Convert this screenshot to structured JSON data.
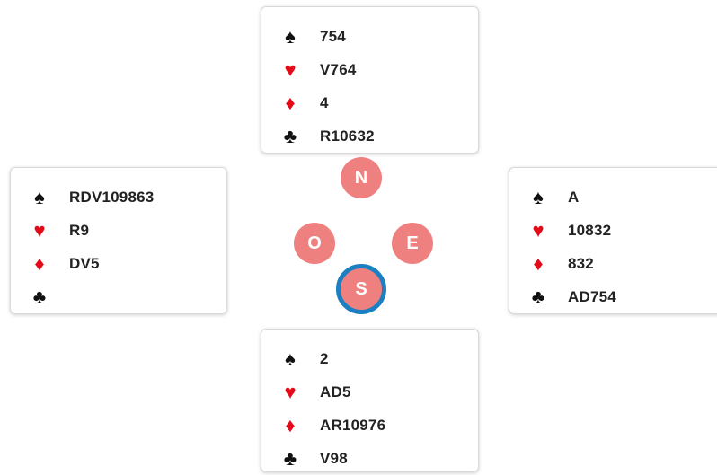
{
  "colors": {
    "seat_fill": "#ef8080",
    "active_seat_ring": "#1b7fc2",
    "red_suit": "#e30b17",
    "black_suit": "#111111"
  },
  "seats": {
    "north": "N",
    "west": "O",
    "east": "E",
    "south": "S",
    "active": "south"
  },
  "hands": {
    "north": {
      "spades": "754",
      "hearts": "V764",
      "diamonds": "4",
      "clubs": "R10632"
    },
    "west": {
      "spades": "RDV109863",
      "hearts": "R9",
      "diamonds": "DV5",
      "clubs": ""
    },
    "east": {
      "spades": "A",
      "hearts": "10832",
      "diamonds": "832",
      "clubs": "AD754"
    },
    "south": {
      "spades": "2",
      "hearts": "AD5",
      "diamonds": "AR10976",
      "clubs": "V98"
    }
  },
  "suit_icons": {
    "spades": "spade-icon",
    "hearts": "heart-icon",
    "diamonds": "diamond-icon",
    "clubs": "club-icon"
  }
}
